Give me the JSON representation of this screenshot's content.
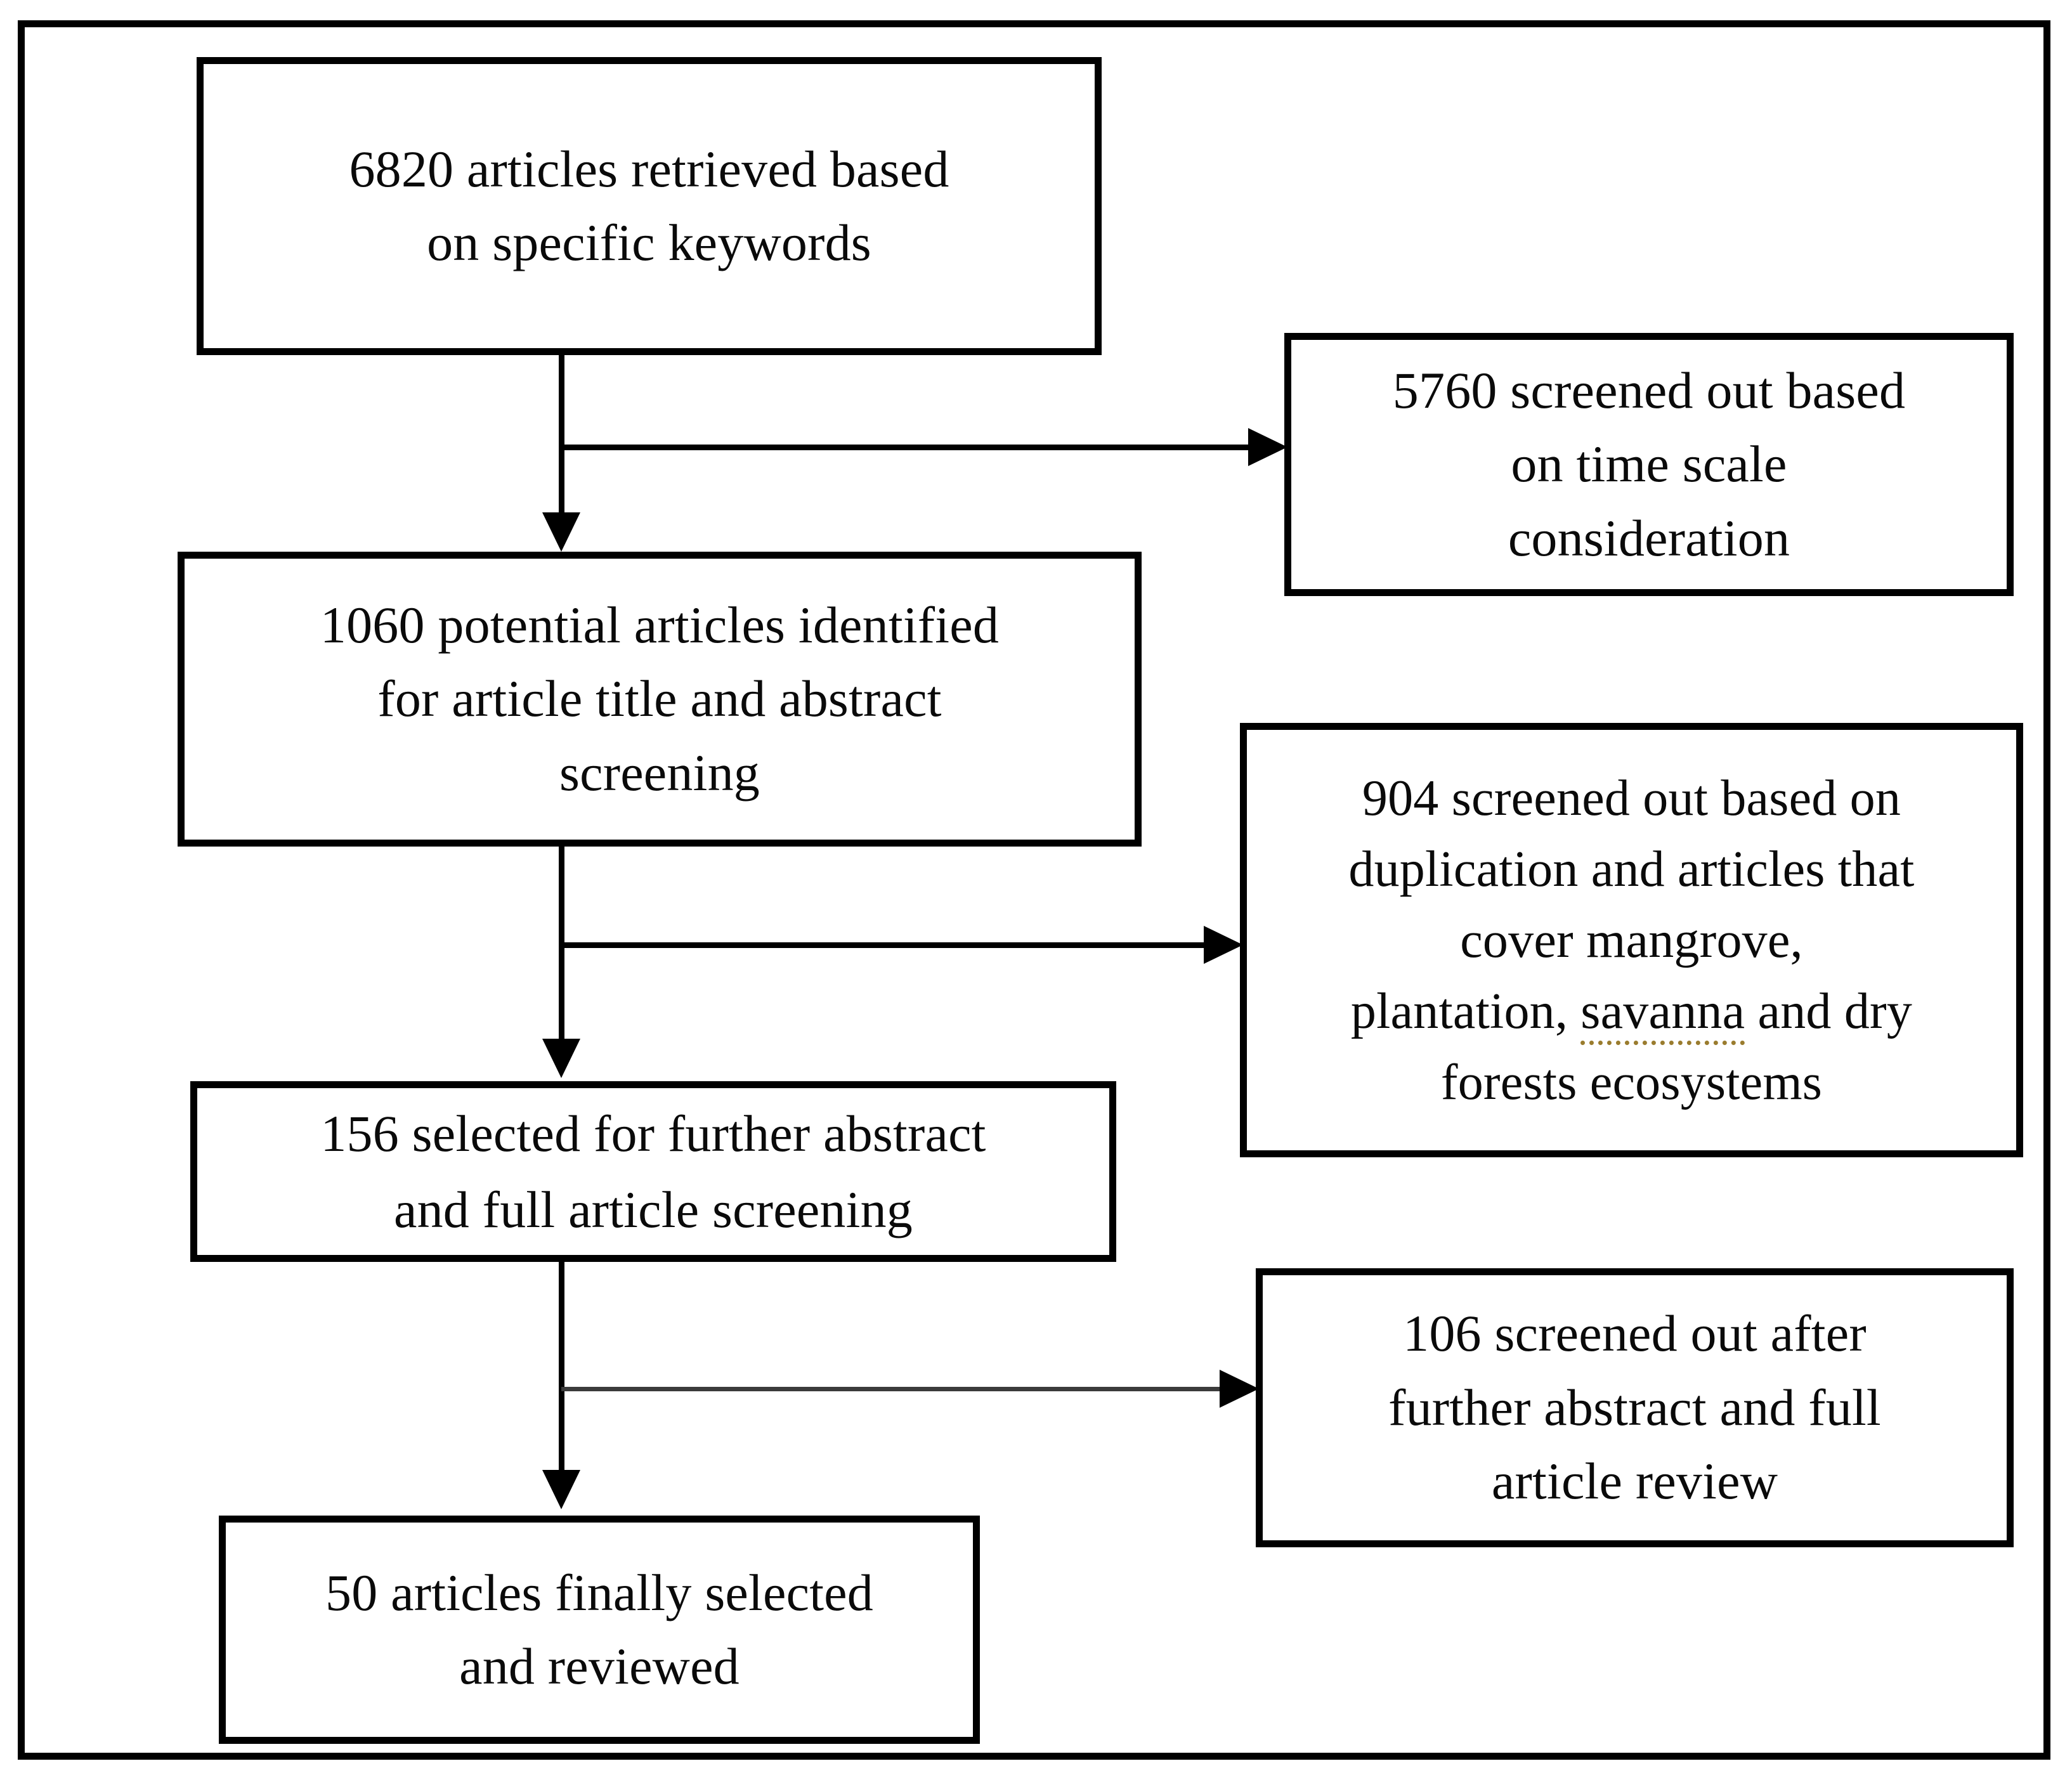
{
  "diagram": {
    "title": "Article screening flowchart (PRISMA-style)",
    "colors": {
      "box_border": "#000000",
      "background": "#ffffff",
      "text": "#0a0a0a",
      "connector": "#000000",
      "spellcheck_underline": "#9a7c2e"
    },
    "nodes": [
      {
        "id": "retrieved",
        "count": 6820,
        "label": "6820 articles retrieved based\non specific keywords"
      },
      {
        "id": "screened-out-time",
        "count": 5760,
        "label": "5760 screened out based\non time scale\nconsideration"
      },
      {
        "id": "potential-identified",
        "count": 1060,
        "label": "1060 potential articles identified\nfor article title and abstract\nscreening"
      },
      {
        "id": "screened-out-duplication",
        "count": 904,
        "label_part_1": "904 screened out based on\nduplication and articles that\ncover mangrove,\nplantation, ",
        "label_misspelled": "savanna",
        "label_part_2": " and dry\nforests ecosystems"
      },
      {
        "id": "selected-further",
        "count": 156,
        "label": "156 selected for further abstract\nand full article screening"
      },
      {
        "id": "screened-out-full",
        "count": 106,
        "label": "106 screened out after\nfurther abstract and full\narticle review"
      },
      {
        "id": "final-selected",
        "count": 50,
        "label": "50 articles finally selected\nand reviewed"
      }
    ],
    "edges": [
      {
        "from": "retrieved",
        "to": "potential-identified",
        "direction": "down"
      },
      {
        "from": "retrieved",
        "to": "screened-out-time",
        "direction": "right"
      },
      {
        "from": "potential-identified",
        "to": "selected-further",
        "direction": "down"
      },
      {
        "from": "potential-identified",
        "to": "screened-out-duplication",
        "direction": "right"
      },
      {
        "from": "selected-further",
        "to": "final-selected",
        "direction": "down"
      },
      {
        "from": "selected-further",
        "to": "screened-out-full",
        "direction": "right"
      }
    ]
  }
}
